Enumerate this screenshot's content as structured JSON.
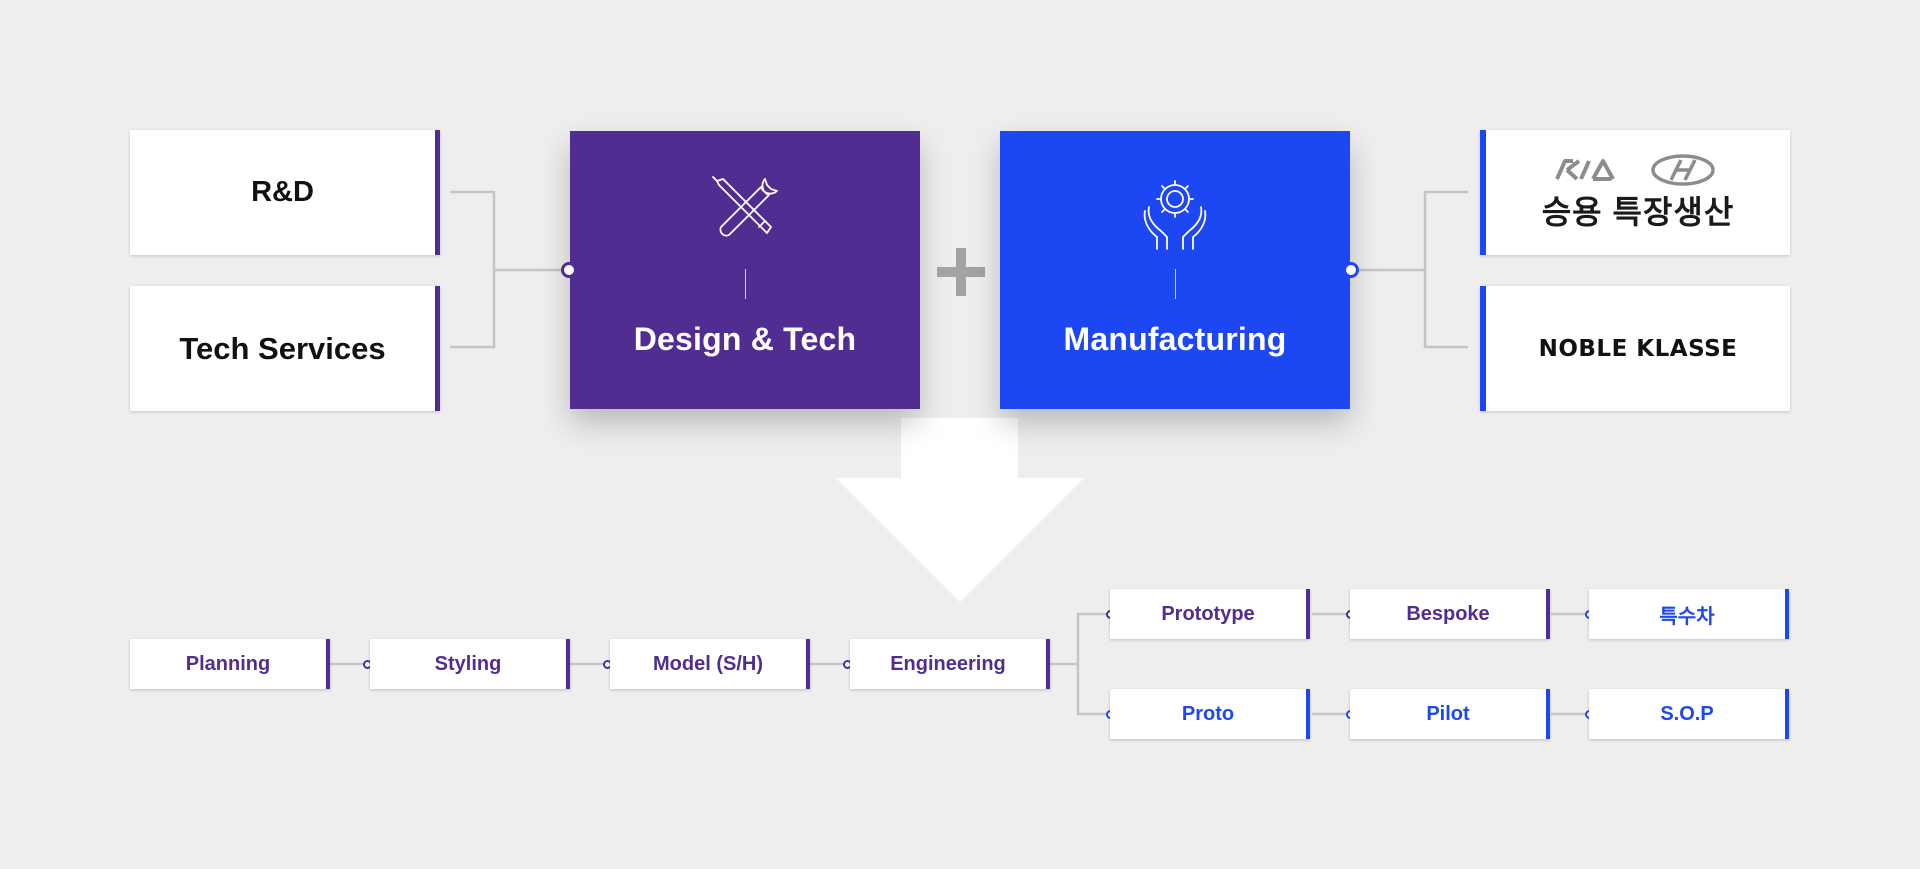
{
  "colors": {
    "purple": "#522d91",
    "blue": "#1d47f2",
    "background": "#eeeeee"
  },
  "left_cards": {
    "rd": "R&D",
    "tech": "Tech Services"
  },
  "design_box": {
    "title": "Design & Tech",
    "icon": "tools-icon"
  },
  "manufacturing_box": {
    "title": "Manufacturing",
    "icon": "gear-hands-icon"
  },
  "plus_symbol": "+",
  "right_cards": {
    "brand_korean": "승용 특장생산",
    "noble": "NOBLE KLASSE",
    "logos": [
      "kia-logo",
      "hyundai-logo"
    ]
  },
  "process": {
    "main": [
      "Planning",
      "Styling",
      "Model (S/H)",
      "Engineering"
    ],
    "upper_branch": [
      "Prototype",
      "Bespoke",
      "특수차"
    ],
    "lower_branch": [
      "Proto",
      "Pilot",
      "S.O.P"
    ]
  }
}
